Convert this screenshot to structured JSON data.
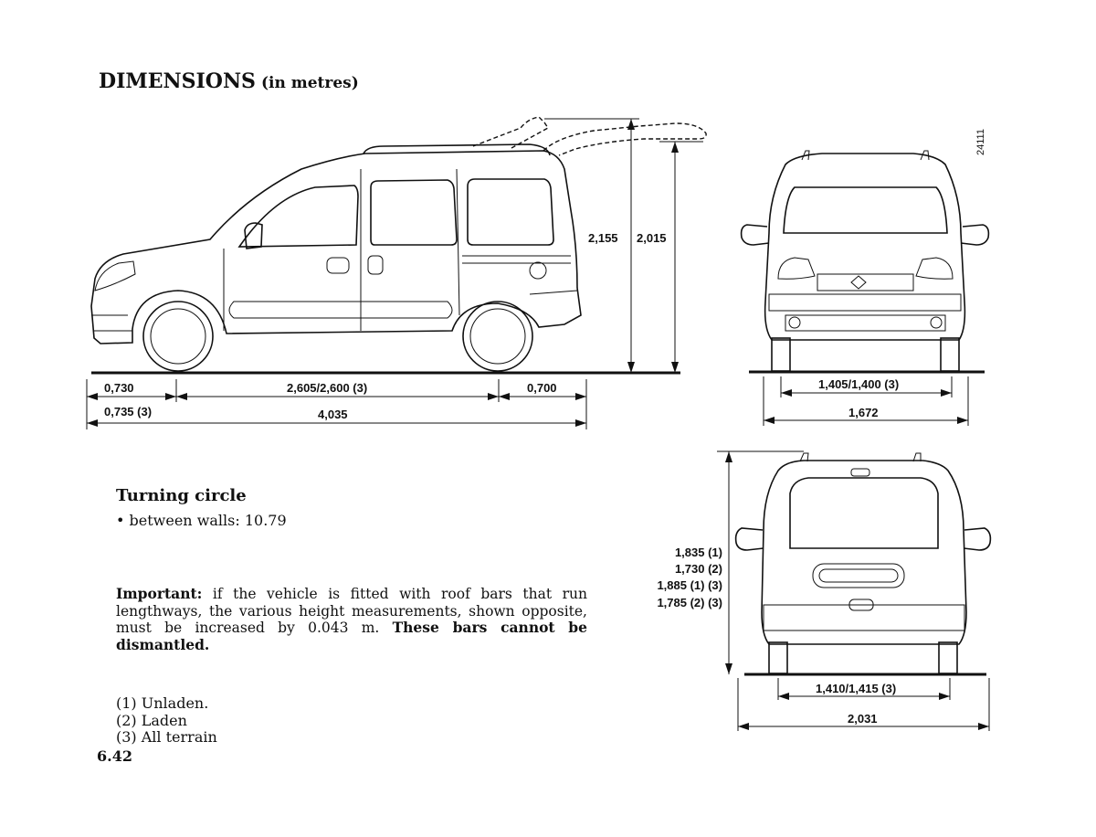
{
  "title": {
    "main": "DIMENSIONS",
    "sub": "(in metres)"
  },
  "figure_ref": "24111",
  "side_view": {
    "height_1": "2,155",
    "height_2": "2,015",
    "front_overhang": "0,730",
    "front_overhang_alt": "0,735 (3)",
    "wheelbase": "2,605/2,600 (3)",
    "rear_overhang": "0,700",
    "overall_length": "4,035"
  },
  "front_view": {
    "track": "1,405/1,400 (3)",
    "width": "1,672"
  },
  "rear_view": {
    "heights": [
      "1,835 (1)",
      "1,730 (2)",
      "1,885 (1) (3)",
      "1,785 (2) (3)"
    ],
    "track": "1,410/1,415 (3)",
    "width_mirrors": "2,031"
  },
  "turning": {
    "heading": "Turning circle",
    "item": "• between walls: 10.79"
  },
  "important": {
    "label": "Important:",
    "text": " if the vehicle is fitted with roof bars that run lengthways, the various height measurements, shown opposite, must be increased by 0.043 m. ",
    "bold_end": "These bars cannot be dismantled."
  },
  "notes": [
    "(1) Unladen.",
    "(2) Laden",
    "(3) All terrain"
  ],
  "page_number": "6.42"
}
